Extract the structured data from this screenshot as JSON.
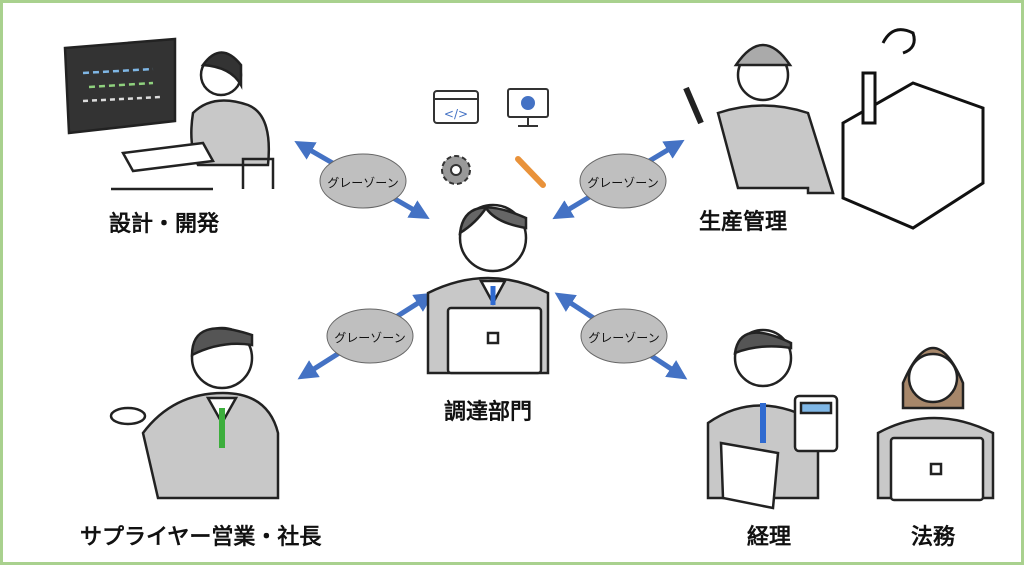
{
  "departments": {
    "design": "設計・開発",
    "production": "生産管理",
    "procurement": "調達部門",
    "supplier": "サプライヤー営業・社長",
    "accounting": "経理",
    "legal": "法務"
  },
  "gray_zone_label": "グレーゾーン",
  "colors": {
    "border": "#a9d18e",
    "arrow": "#4472c4",
    "ellipse": "#bfbfbf",
    "suit": "#c8c8c8"
  }
}
